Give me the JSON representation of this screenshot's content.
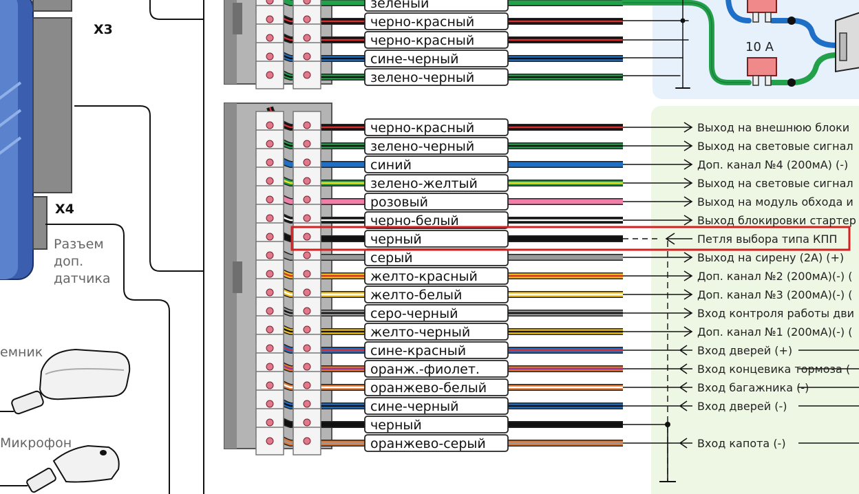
{
  "connector_labels": {
    "x3": "X3",
    "x4": "X4"
  },
  "aux_connector_text": [
    "Разъем",
    "доп.",
    "датчика"
  ],
  "devices": {
    "temp_sensor": "емник",
    "microphone": "Микрофон"
  },
  "fuse_label": "10 A",
  "colors": {
    "wire_outline": "#222222",
    "terminal_pin": "#e07a8a",
    "panel_blue": "#e6f1fb",
    "panel_green": "#eef6e4",
    "highlight": "#d32020",
    "fuse_body": "#f08a8a"
  },
  "top_wires": [
    {
      "label": "зеленый",
      "color": "#22a04a",
      "stripe": null
    },
    {
      "label": "черно-красный",
      "color": "#111111",
      "stripe": "#d83030"
    },
    {
      "label": "черно-красный",
      "color": "#111111",
      "stripe": "#d83030"
    },
    {
      "label": "сине-черный",
      "color": "#1f6fc6",
      "stripe": "#111111"
    },
    {
      "label": "зелено-черный",
      "color": "#22a04a",
      "stripe": "#111111"
    }
  ],
  "main_wires": [
    {
      "label": "черно-красный",
      "color": "#111111",
      "stripe": "#d83030",
      "description": "Выход на  внешнюю блоки",
      "arrow": "out"
    },
    {
      "label": "зелено-черный",
      "color": "#22a04a",
      "stripe": "#111111",
      "description": "Выход на световые сигнал",
      "arrow": "out"
    },
    {
      "label": "синий",
      "color": "#1f6fc6",
      "stripe": null,
      "description": "Доп. канал №4 (200мА) (-)",
      "arrow": "out"
    },
    {
      "label": "зелено-желтый",
      "color": "#22a04a",
      "stripe": "#f2e02a",
      "description": "Выход на световые сигнал",
      "arrow": "out"
    },
    {
      "label": "розовый",
      "color": "#f07ea8",
      "stripe": null,
      "description": "Выход на модуль обхода и",
      "arrow": "out"
    },
    {
      "label": "черно-белый",
      "color": "#111111",
      "stripe": "#ffffff",
      "description": "Выход блокировки стартер",
      "arrow": "out"
    },
    {
      "label": "черный",
      "color": "#111111",
      "stripe": null,
      "description": "Петля выбора типа КПП",
      "arrow": "in",
      "highlighted": true
    },
    {
      "label": "серый",
      "color": "#9a9a9a",
      "stripe": null,
      "description": "Выход на сирену (2А) (+)",
      "arrow": "out"
    },
    {
      "label": "желто-красный",
      "color": "#f4c21a",
      "stripe": "#d83030",
      "description": "Доп. канал №2 (200мА)(-) (",
      "arrow": "out"
    },
    {
      "label": "желто-белый",
      "color": "#f4c21a",
      "stripe": "#ffffff",
      "description": "Доп. канал №3 (200мА)(-) (",
      "arrow": "out"
    },
    {
      "label": "серо-черный",
      "color": "#9a9a9a",
      "stripe": "#111111",
      "description": "Вход контроля работы дви",
      "arrow": "out"
    },
    {
      "label": "желто-черный",
      "color": "#f4c21a",
      "stripe": "#111111",
      "description": "Доп. канал №1 (200мА)(-) (",
      "arrow": "out"
    },
    {
      "label": "сине-красный",
      "color": "#1f6fc6",
      "stripe": "#d83030",
      "description": "Вход дверей (+)",
      "arrow": "in"
    },
    {
      "label": "оранж.-фиолет.",
      "color": "#e8742a",
      "stripe": "#8a3aa0",
      "description": "Вход концевика тормоза (",
      "arrow": "in"
    },
    {
      "label": "оранжево-белый",
      "color": "#e8742a",
      "stripe": "#ffffff",
      "description": "Вход багажника (-)",
      "arrow": "in"
    },
    {
      "label": "сине-черный",
      "color": "#1f6fc6",
      "stripe": "#111111",
      "description": "Вход дверей (-)",
      "arrow": "in"
    },
    {
      "label": "черный",
      "color": "#111111",
      "stripe": null,
      "description": "",
      "arrow": "none"
    },
    {
      "label": "оранжево-серый",
      "color": "#e8742a",
      "stripe": "#9a9a9a",
      "description": "Вход капота (-)",
      "arrow": "in"
    }
  ]
}
